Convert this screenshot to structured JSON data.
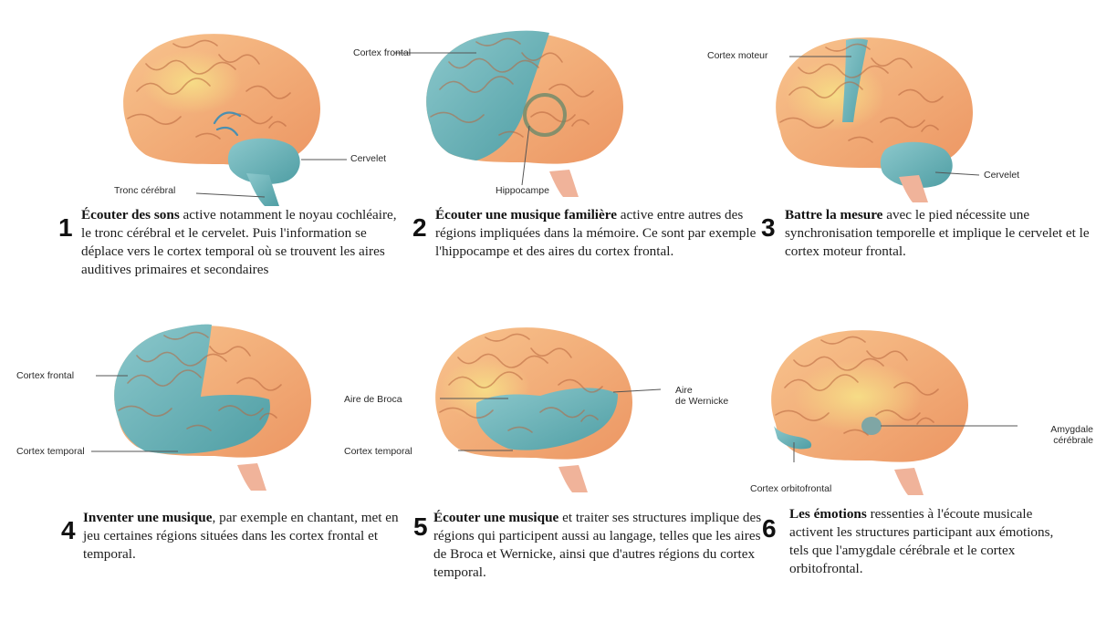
{
  "colors": {
    "orange": "#f2a36c",
    "orange_light": "#f8c08c",
    "yellow": "#f4d27a",
    "teal": "#6fb7bd",
    "teal_dark": "#4b989e",
    "pink": "#f0b39a",
    "line": "#555555"
  },
  "panels": [
    {
      "number": "1",
      "title": "Écouter des sons",
      "text": " active notamment le noyau cochléaire, le tronc cérébral et le cervelet. Puis l'information se déplace vers le cortex temporal où se trouvent les aires auditives primaires et secondaires",
      "labels": {
        "a": "Cervelet",
        "b": "Tronc cérébral"
      }
    },
    {
      "number": "2",
      "title": "Écouter une musique familière",
      "text": " active entre autres des régions impliquées dans la mémoire. Ce sont par exemple l'hippocampe et des aires du cortex frontal.",
      "labels": {
        "a": "Cortex frontal",
        "b": "Hippocampe"
      }
    },
    {
      "number": "3",
      "title": "Battre la mesure",
      "text": " avec le pied nécessite une synchronisation temporelle et implique le cervelet et le cortex moteur frontal.",
      "labels": {
        "a": "Cortex moteur",
        "b": "Cervelet"
      }
    },
    {
      "number": "4",
      "title": "Inventer une musique",
      "text": ", par exemple en chantant, met en jeu certaines régions situées dans les cortex frontal et temporal.",
      "labels": {
        "a": "Cortex frontal",
        "b": "Cortex temporal"
      }
    },
    {
      "number": "5",
      "title": "Écouter une musique",
      "text": " et traiter ses structures implique des régions qui participent aussi au langage, telles que les aires de Broca et Wernicke, ainsi que d'autres régions du cortex temporal.",
      "labels": {
        "a": "Aire de Broca",
        "b": "Cortex temporal",
        "c1": "Aire",
        "c2": "de Wernicke"
      }
    },
    {
      "number": "6",
      "title": "Les émotions",
      "text": " ressenties à l'écoute musicale activent les structures participant aux émotions, tels que l'amygdale cérébrale et le cortex orbitofrontal.",
      "labels": {
        "a1": "Amygdale",
        "a2": "cérébrale",
        "b": "Cortex orbitofrontal"
      }
    }
  ]
}
